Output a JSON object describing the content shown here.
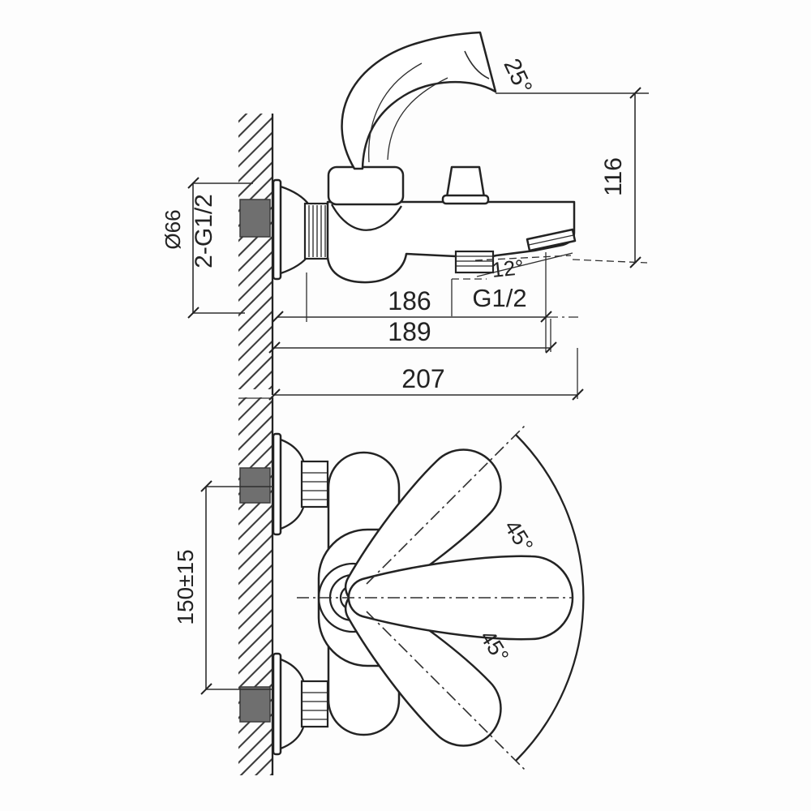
{
  "drawing": {
    "kind": "dimensioned technical drawing, wall-mounted bath mixer faucet, two orthographic views"
  },
  "labels": {
    "handle_angle": "25°",
    "height_116": "116",
    "escutcheon_diameter": "Ø66",
    "wall_thread": "2-G1/2",
    "outlet_angle": "12°",
    "shower_thread": "G1/2",
    "width_186": "186",
    "width_189": "189",
    "width_207": "207",
    "mounting_centers": "150±15",
    "swing_upper": "45°",
    "swing_lower": "45°"
  },
  "colors": {
    "line": "#232323",
    "thin_line": "#2e2e2e",
    "background": "#fdfdfd",
    "pipe_fill": "#6f6f6f"
  }
}
